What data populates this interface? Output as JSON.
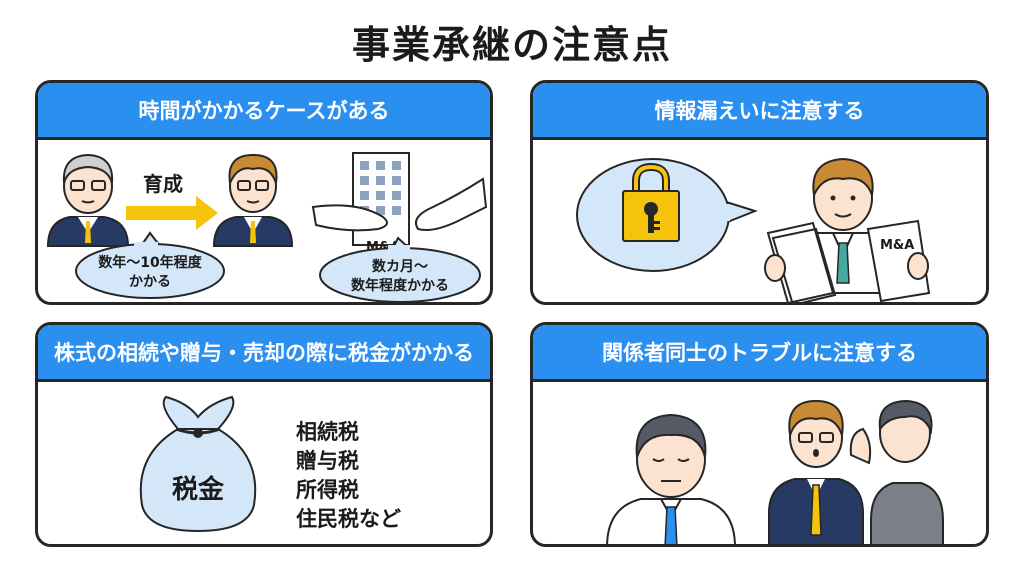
{
  "title": "事業承継の注意点",
  "colors": {
    "header_blue": "#2b8ff0",
    "arrow_yellow": "#f5c30c",
    "bubble_blue": "#d4e7f9",
    "suit_navy": "#273a64"
  },
  "panels": [
    {
      "id": "time",
      "heading": "時間がかかるケースがある",
      "arrow_label": "育成",
      "bubble_left": [
        "数年〜10年程度",
        "かかる"
      ],
      "ma_label": "M&A",
      "bubble_right": [
        "数カ月〜",
        "数年程度かかる"
      ]
    },
    {
      "id": "leak",
      "heading": "情報漏えいに注意する",
      "doc_label": "M&A"
    },
    {
      "id": "tax",
      "heading": "株式の相続や贈与・売却の際に税金がかかる",
      "bag_label": "税金",
      "tax_items": [
        "相続税",
        "贈与税",
        "所得税",
        "住民税など"
      ]
    },
    {
      "id": "trouble",
      "heading": "関係者同士のトラブルに注意する"
    }
  ]
}
